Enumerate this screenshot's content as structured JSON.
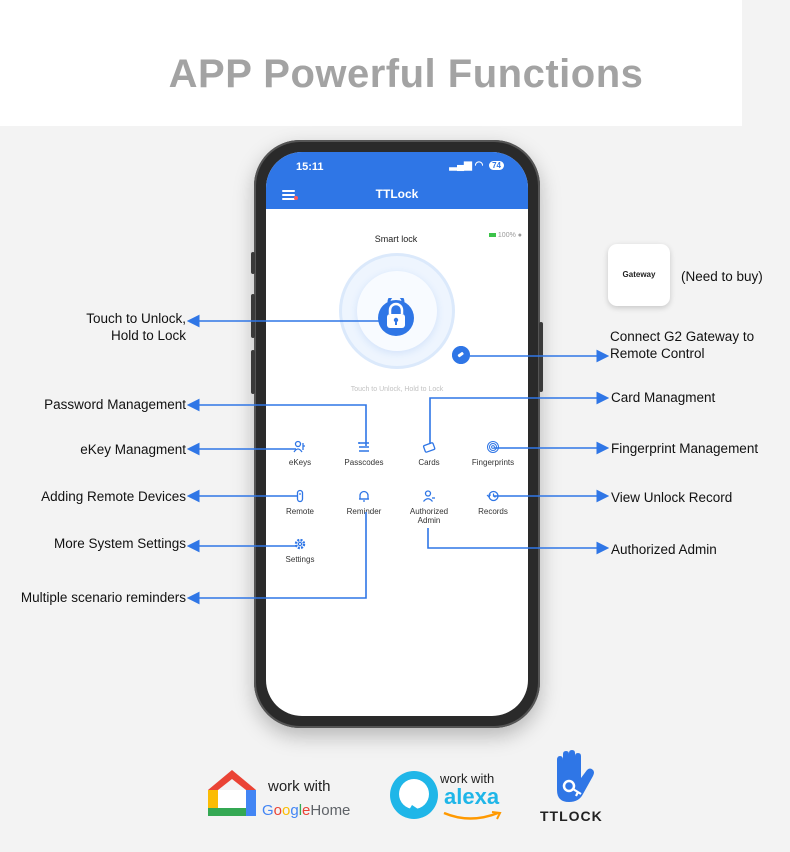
{
  "headline": "APP Powerful Functions",
  "phone": {
    "status_time": "15:11",
    "battery": "74",
    "app_title": "TTLock",
    "lock_name": "Smart lock",
    "battery_level": "100%",
    "hint": "Touch to Unlock, Hold to Lock",
    "tiles": [
      {
        "label": "eKeys",
        "icon": "key-person-icon"
      },
      {
        "label": "Passcodes",
        "icon": "list-icon"
      },
      {
        "label": "Cards",
        "icon": "card-icon"
      },
      {
        "label": "Fingerprints",
        "icon": "fingerprint-icon"
      },
      {
        "label": "Remote",
        "icon": "remote-icon"
      },
      {
        "label": "Reminder",
        "icon": "bell-icon"
      },
      {
        "label": "Authorized Admin",
        "icon": "admin-icon"
      },
      {
        "label": "Records",
        "icon": "history-icon"
      },
      {
        "label": "Settings",
        "icon": "gear-icon"
      }
    ]
  },
  "annotations": {
    "touch_unlock": "Touch to Unlock,\nHold to Lock",
    "password": "Password Management",
    "ekey": "eKey Managment",
    "remote": "Adding Remote Devices",
    "settings": "More System Settings",
    "reminders": "Multiple scenario reminders",
    "gateway_connect": "Connect G2 Gateway to\nRemote Control",
    "card": "Card Managment",
    "fingerprint": "Fingerprint Management",
    "unlock_record": "View Unlock Record",
    "admin": "Authorized Admin",
    "need_to_buy": "(Need to buy)",
    "gateway_label": "Gateway"
  },
  "logos": {
    "work_with_1": "work with",
    "google_home": "GoogleHome",
    "work_with_2": "work with",
    "alexa": "alexa",
    "ttlock": "TTLOCK"
  },
  "colors": {
    "accent": "#2f76e6",
    "headline": "#a3a3a3",
    "arrow": "#2f76e6"
  }
}
